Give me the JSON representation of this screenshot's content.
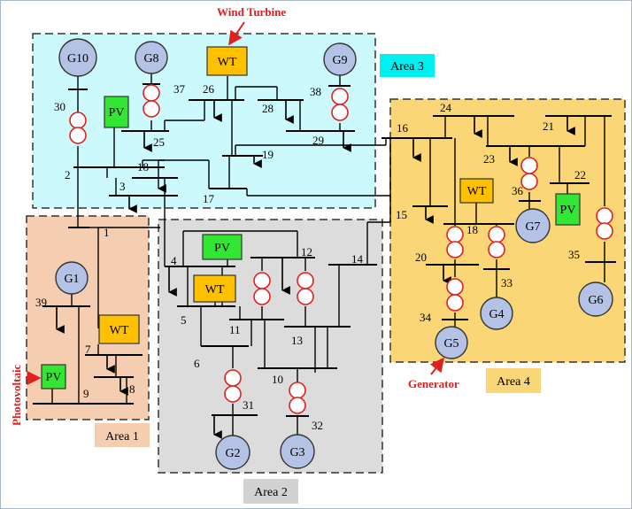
{
  "areas": [
    {
      "label": "Area 1",
      "color": "#f5cdb0",
      "tag_color": "#f5cdb0"
    },
    {
      "label": "Area 2",
      "color": "#dcdcdc",
      "tag_color": "#d2d2d2"
    },
    {
      "label": "Area 3",
      "color": "#ccf9fb",
      "tag_color": "#00f0f0"
    },
    {
      "label": "Area 4",
      "color": "#fad677",
      "tag_color": "#fad677"
    }
  ],
  "generators": [
    "G10",
    "G8",
    "G9",
    "G1",
    "G7",
    "G6",
    "G4",
    "G5",
    "G2",
    "G3"
  ],
  "sources": {
    "wt": "WT",
    "pv": "PV"
  },
  "buses": [
    "1",
    "2",
    "3",
    "4",
    "5",
    "6",
    "7",
    "8",
    "9",
    "10",
    "11",
    "12",
    "13",
    "14",
    "15",
    "16",
    "17",
    "18",
    "19",
    "20",
    "21",
    "22",
    "23",
    "24",
    "25",
    "26",
    "28",
    "29",
    "30",
    "31",
    "32",
    "33",
    "34",
    "35",
    "36",
    "37",
    "38",
    "39"
  ],
  "annotations": {
    "wind_turbine": "Wind Turbine",
    "photovoltaic": "Photovoltaic",
    "generator": "Generator"
  },
  "colors": {
    "generator_fill": "#b4c2e6",
    "wt_fill": "#ffc000",
    "pv_fill": "#33e633",
    "transformer_stroke": "#e02020",
    "annotation": "#e02020"
  }
}
